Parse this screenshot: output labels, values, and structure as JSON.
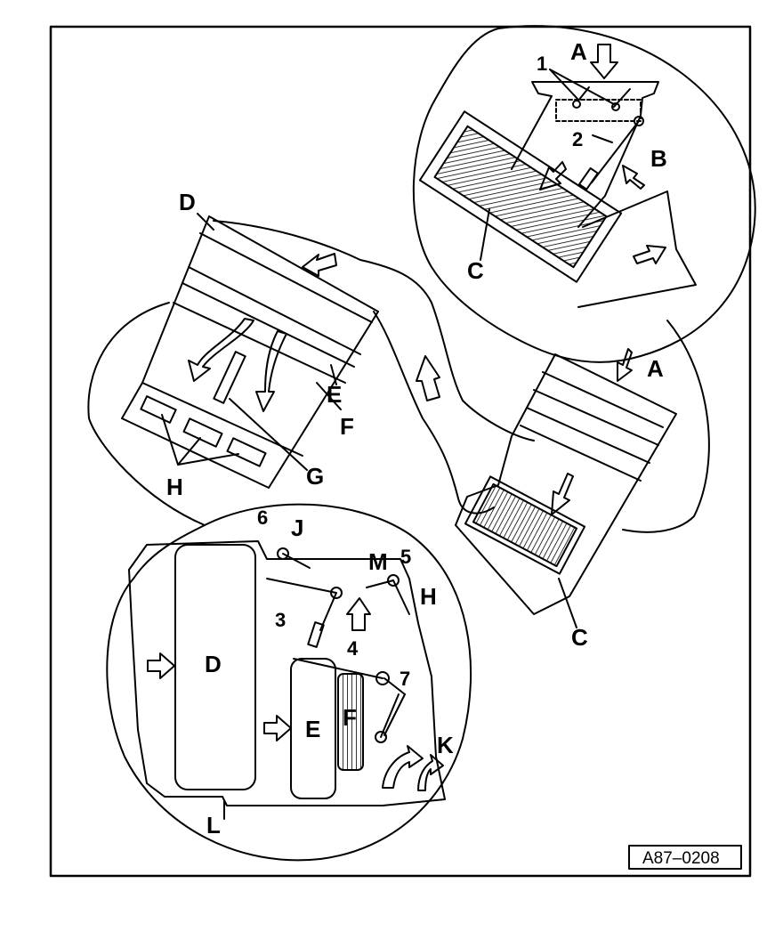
{
  "reference_id": "A87–0208",
  "top_detail": {
    "labels": {
      "A": "A",
      "B": "B",
      "C": "C",
      "one": "1",
      "two": "2"
    }
  },
  "main_unit": {
    "labels": {
      "D": "D",
      "E": "E",
      "F": "F",
      "G": "G",
      "H": "H"
    }
  },
  "filter_unit": {
    "labels": {
      "A": "A",
      "C": "C"
    }
  },
  "bottom_detail": {
    "labels": {
      "D": "D",
      "E": "E",
      "F": "F",
      "J": "J",
      "H": "H",
      "K": "K",
      "L": "L",
      "M": "M",
      "three": "3",
      "four": "4",
      "five": "5",
      "six": "6",
      "seven": "7"
    }
  }
}
